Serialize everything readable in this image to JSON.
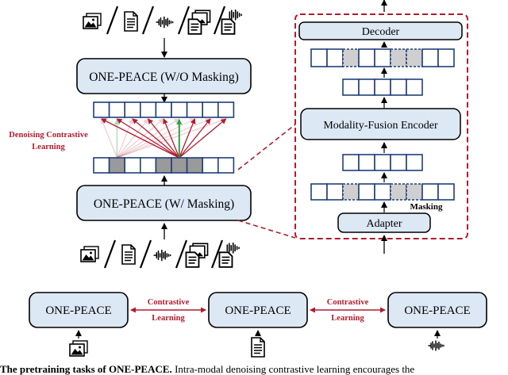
{
  "main": {
    "upper_encoder_label": "ONE-PEACE (W/O Masking)",
    "lower_encoder_label": "ONE-PEACE (W/ Masking)",
    "denoising_label_line1": "Denoising Contrastive",
    "denoising_label_line2": "Learning"
  },
  "detail": {
    "decoder_label": "Decoder",
    "fusion_label": "Modality-Fusion Encoder",
    "adapter_label": "Adapter",
    "masking_label": "Masking"
  },
  "bottom": {
    "left_label": "ONE-PEACE",
    "center_label": "ONE-PEACE",
    "right_label": "ONE-PEACE",
    "contrastive_line1": "Contrastive",
    "contrastive_line2": "Learning"
  },
  "caption": {
    "bold": "The pretraining tasks of ONE-PEACE.",
    "text": " Intra-modal denoising contrastive learning encourages the"
  },
  "icons": [
    "image-icon",
    "document-icon",
    "audio-wave-icon",
    "image-text-pair-icon",
    "audio-text-pair-icon"
  ],
  "colors": {
    "box_fill": "#dde8f5",
    "token_border": "#1f3f7a",
    "masked_token": "#9a9a9a",
    "accent_red": "#b01c2e",
    "green_arrow": "#2e9e3f"
  }
}
